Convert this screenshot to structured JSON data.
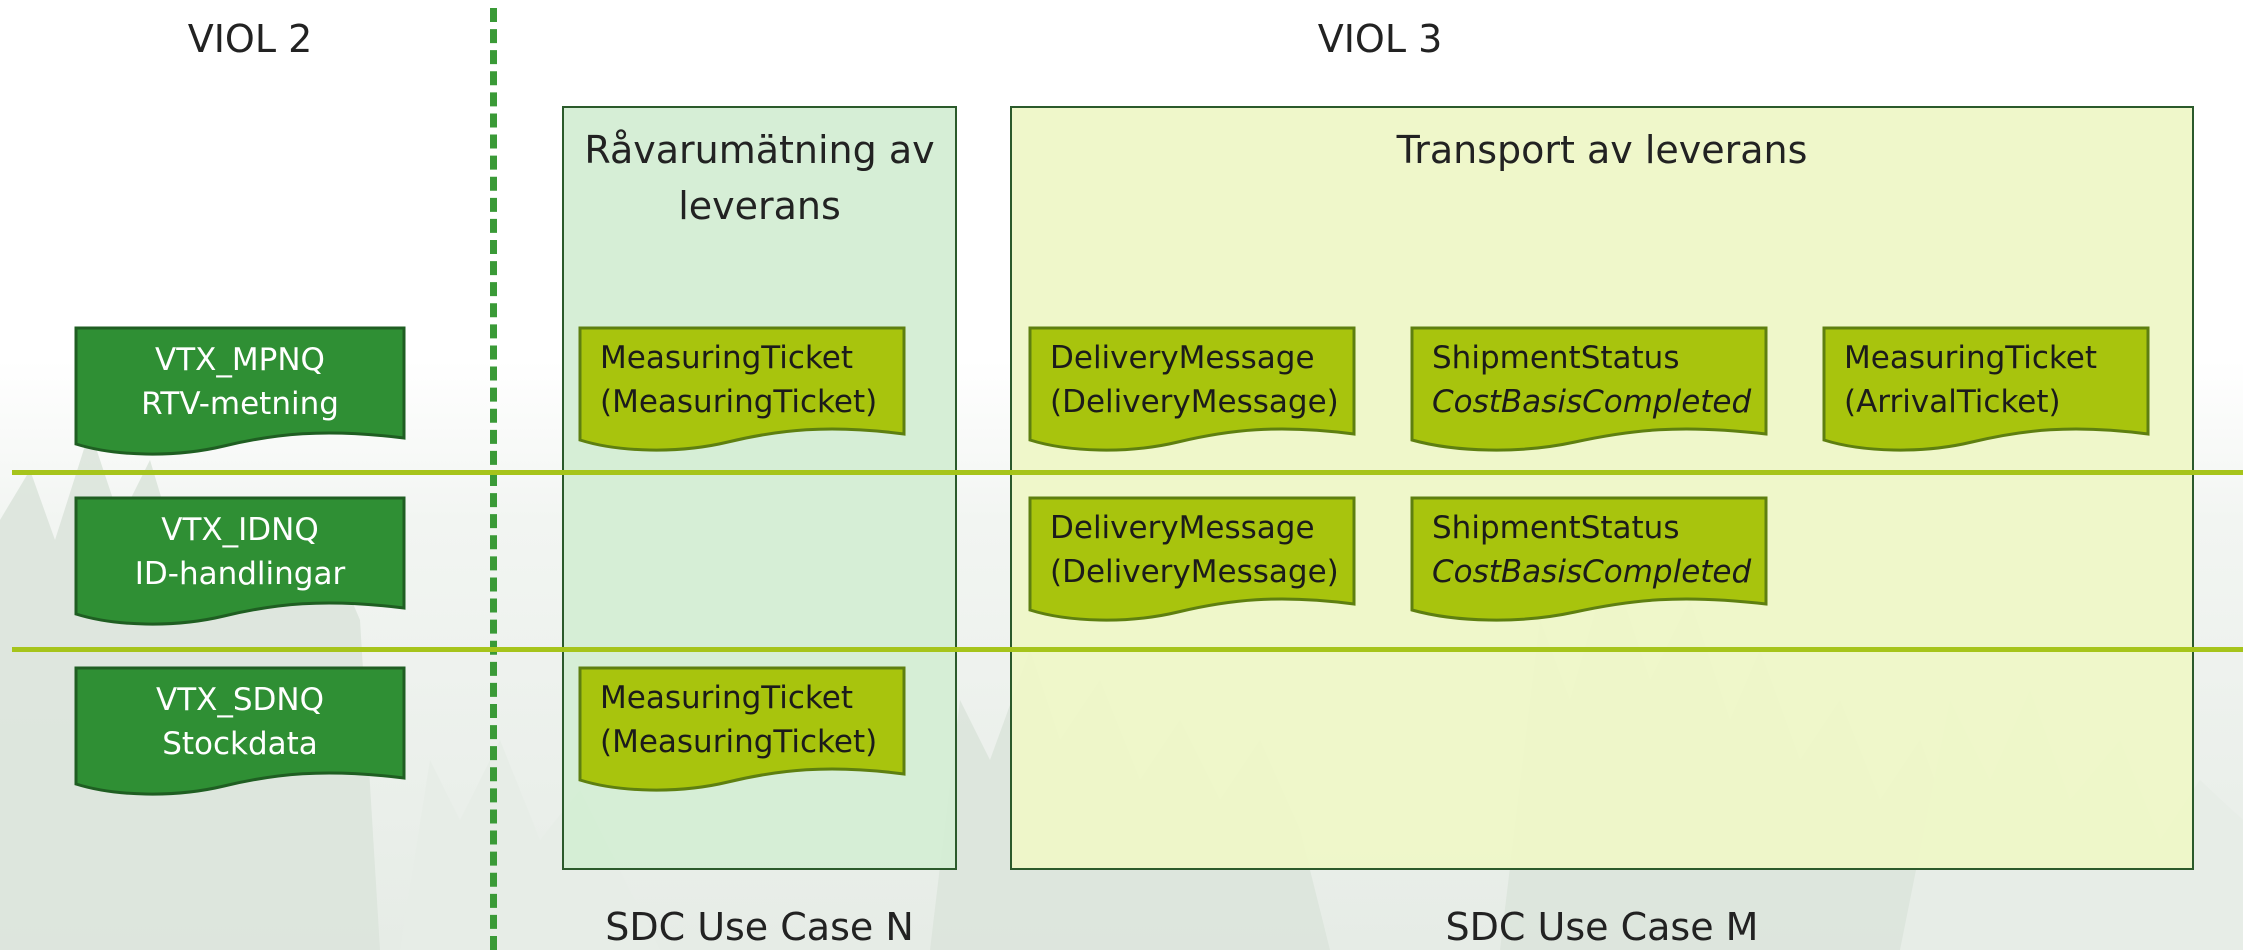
{
  "headings": {
    "viol2": "VIOL 2",
    "viol3": "VIOL 3"
  },
  "regions": {
    "n": {
      "title_line1": "Råvarumätning av",
      "title_line2": "leverans",
      "footer": "SDC Use Case N"
    },
    "m": {
      "title": "Transport av leverans",
      "footer": "SDC Use Case M"
    }
  },
  "rows": [
    {
      "id": "mpnq",
      "code": "VTX_MPNQ",
      "name": "RTV-metning"
    },
    {
      "id": "idnq",
      "code": "VTX_IDNQ",
      "name": "ID-handlingar"
    },
    {
      "id": "sdnq",
      "code": "VTX_SDNQ",
      "name": "Stockdata"
    }
  ],
  "messages": {
    "r1_n": {
      "line1": "MeasuringTicket",
      "line2": "(MeasuringTicket)"
    },
    "r1_m1": {
      "line1": "DeliveryMessage",
      "line2": "(DeliveryMessage)"
    },
    "r1_m2": {
      "line1": "ShipmentStatus",
      "line2": "CostBasisCompleted"
    },
    "r1_m3": {
      "line1": "MeasuringTicket",
      "line2": "(ArrivalTicket)"
    },
    "r2_m1": {
      "line1": "DeliveryMessage",
      "line2": "(DeliveryMessage)"
    },
    "r2_m2": {
      "line1": "ShipmentStatus",
      "line2": "CostBasisCompleted"
    },
    "r3_n": {
      "line1": "MeasuringTicket",
      "line2": "(MeasuringTicket)"
    }
  },
  "colors": {
    "dark_green": "#2f8f34",
    "dark_green_border": "#1f5e22",
    "lime": "#a8c40d",
    "lime_border": "#5e7f10",
    "separator": "#a6c41b",
    "dashed_divider": "#3a9a37"
  }
}
